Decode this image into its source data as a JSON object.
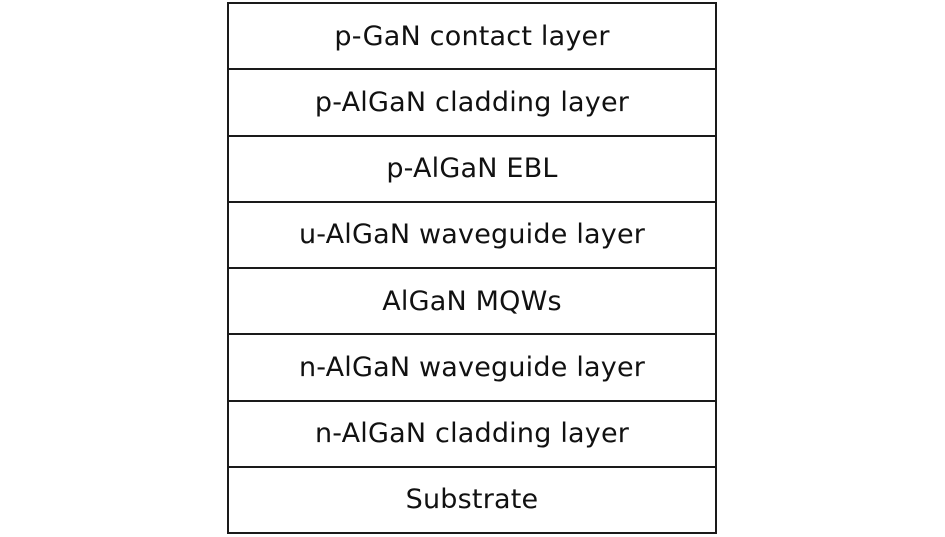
{
  "diagram": {
    "layers": [
      {
        "label": "p-GaN contact layer"
      },
      {
        "label": "p-AlGaN cladding layer"
      },
      {
        "label": "p-AlGaN EBL"
      },
      {
        "label": "u-AlGaN waveguide layer"
      },
      {
        "label": "AlGaN MQWs"
      },
      {
        "label": "n-AlGaN waveguide layer"
      },
      {
        "label": "n-AlGaN cladding layer"
      },
      {
        "label": "Substrate"
      }
    ]
  }
}
